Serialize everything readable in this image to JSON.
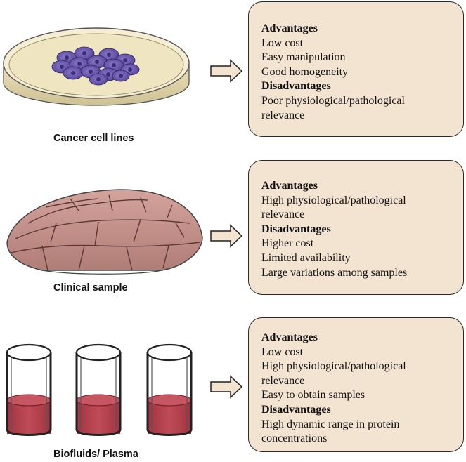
{
  "rows": [
    {
      "label": "Cancer cell lines",
      "advantages_heading": "Advantages",
      "advantages": [
        "Low cost",
        "Easy manipulation",
        "Good homogeneity"
      ],
      "disadvantages_heading": "Disadvantages",
      "disadvantages": [
        "Poor physiological/pathological",
        "relevance"
      ],
      "illustration": "petri-dish-with-cells"
    },
    {
      "label": "Clinical sample",
      "advantages_heading": "Advantages",
      "advantages": [
        "High physiological/pathological",
        "relevance"
      ],
      "disadvantages_heading": "Disadvantages",
      "disadvantages": [
        "Higher cost",
        "Limited availability",
        "Large variations among samples"
      ],
      "illustration": "tissue-sample"
    },
    {
      "label": "Biofluids/ Plasma",
      "advantages_heading": "Advantages",
      "advantages": [
        "Low cost",
        "High physiological/pathological",
        "relevance",
        "Easy to obtain samples"
      ],
      "disadvantages_heading": "Disadvantages",
      "disadvantages": [
        "High dynamic range in protein",
        "concentrations"
      ],
      "illustration": "tubes-with-plasma"
    }
  ],
  "colors": {
    "box_fill": "#f3e3d1",
    "cell_purple": "#6a58a8",
    "dish_fill": "#f1e7c4",
    "tissue_pink": "#c38d86",
    "plasma_red": "#b5404c",
    "arrow_fill": "#f3e3d1"
  }
}
